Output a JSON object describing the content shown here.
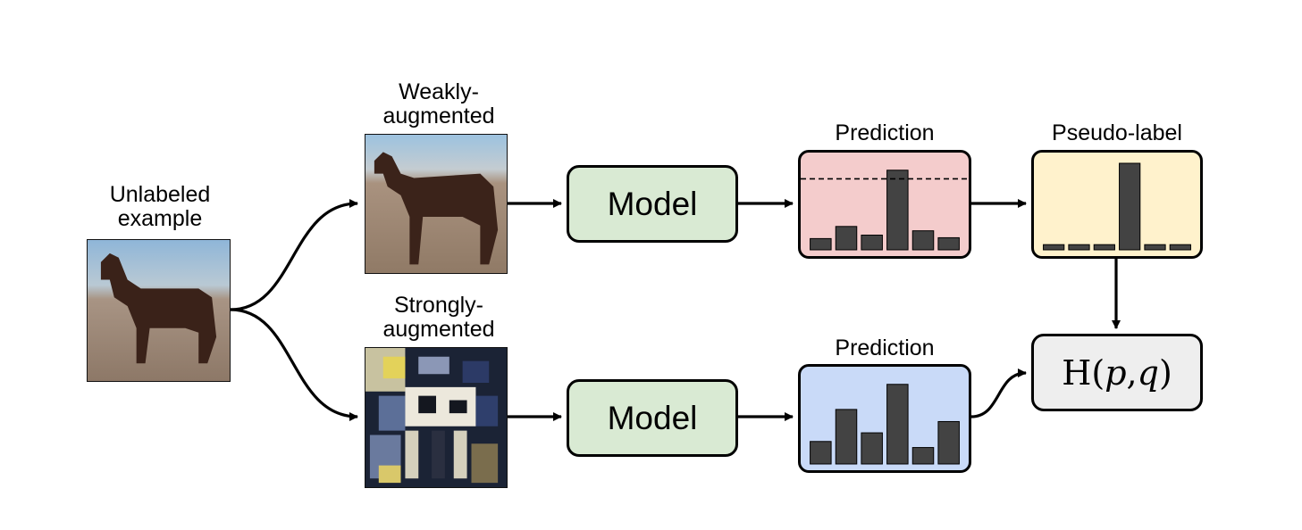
{
  "labels": {
    "unlabeled": "Unlabeled\nexample",
    "weak": "Weakly-\naugmented",
    "strong": "Strongly-\naugmented",
    "prediction_top": "Prediction",
    "pseudo": "Pseudo-label",
    "prediction_bottom": "Prediction"
  },
  "model_top": "Model",
  "model_bottom": "Model",
  "loss": {
    "H": "H(",
    "p": "p",
    "comma": ", ",
    "q": "q",
    "close": ")"
  },
  "colors": {
    "model_fill": "#d9ead3",
    "prediction_top_fill": "#f4cccc",
    "pseudo_fill": "#fff2cc",
    "prediction_bottom_fill": "#c9daf8",
    "loss_fill": "#eeeeee",
    "bar_fill": "#434343"
  },
  "histograms": {
    "prediction_top": {
      "values": [
        0.13,
        0.27,
        0.17,
        0.92,
        0.22,
        0.14
      ],
      "threshold": 0.82
    },
    "pseudo_label": {
      "values": [
        0.06,
        0.06,
        0.06,
        1.0,
        0.06,
        0.06
      ]
    },
    "prediction_bottom": {
      "values": [
        0.26,
        0.63,
        0.36,
        0.92,
        0.19,
        0.49
      ]
    }
  }
}
